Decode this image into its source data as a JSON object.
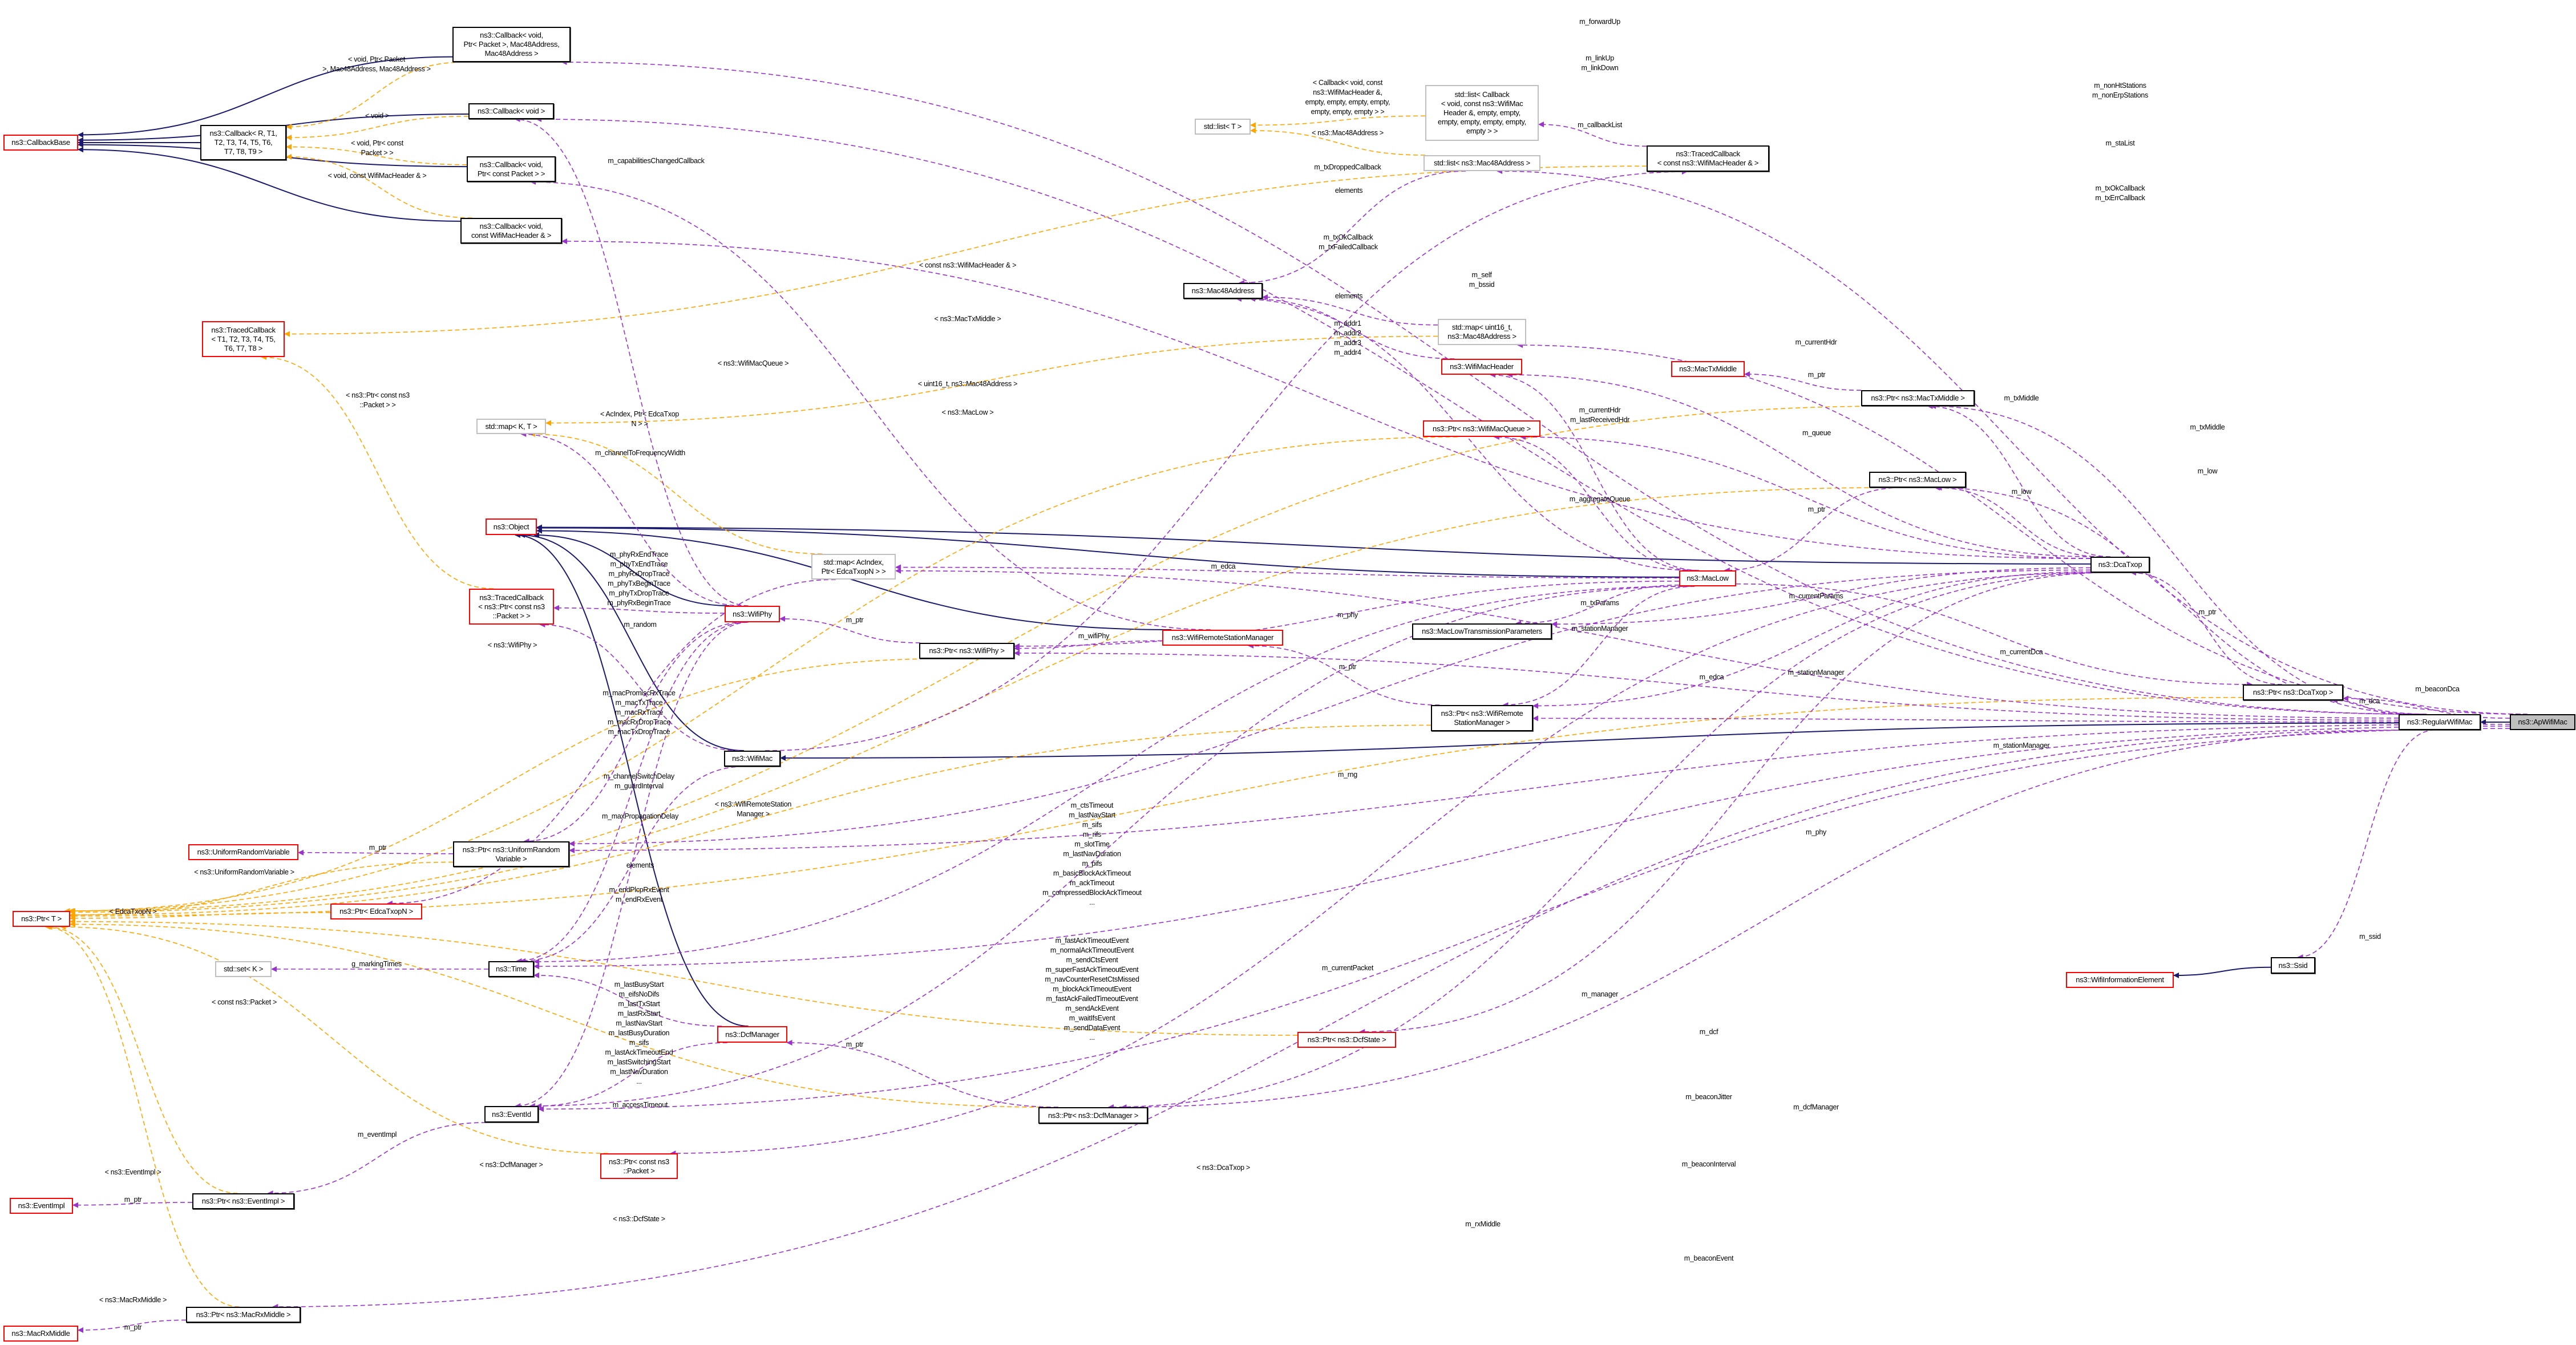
{
  "colors": {
    "inheritance": "#191970",
    "usage": "#9a32cd",
    "template": "#ffa500",
    "undocumented_border": "#ff0000",
    "documented_border": "#000000",
    "external_border": "#bfbfbf",
    "focus_fill": "#bfbfbf"
  },
  "nodes": {
    "cbbase": "ns3::CallbackBase",
    "cb_r": "ns3::Callback< R, T1,\nT2, T3, T4, T5, T6,\nT7, T8, T9 >",
    "cb_pm": "ns3::Callback< void,\nPtr< Packet >, Mac48Address,\nMac48Address >",
    "cb_void": "ns3::Callback< void >",
    "cb_cp": "ns3::Callback< void,\nPtr< const Packet > >",
    "cb_hdr": "ns3::Callback< void,\nconst WifiMacHeader & >",
    "tc_t": "ns3::TracedCallback\n< T1, T2, T3, T4, T5,\nT6, T7, T8 >",
    "map_kt": "std::map< K, T >",
    "object": "ns3::Object",
    "tc_pkt": "ns3::TracedCallback\n< ns3::Ptr< const ns3\n::Packet > >",
    "urv": "ns3::UniformRandomVariable",
    "ptr_urv": "ns3::Ptr< ns3::UniformRandom\nVariable >",
    "ptr_t": "ns3::Ptr< T >",
    "ptr_edca": "ns3::Ptr< EdcaTxopN >",
    "set_k": "std::set< K >",
    "time": "ns3::Time",
    "eventid": "ns3::EventId",
    "ptr_ei": "ns3::Ptr< ns3::EventImpl >",
    "eventimpl": "ns3::EventImpl",
    "ptr_mrx": "ns3::Ptr< ns3::MacRxMiddle >",
    "macrx": "ns3::MacRxMiddle",
    "ptr_cpkt": "ns3::Ptr< const ns3\n::Packet >",
    "dcfm": "ns3::DcfManager",
    "ptr_dcfm": "ns3::Ptr< ns3::DcfManager >",
    "wifimac": "ns3::WifiMac",
    "wifiphy": "ns3::WifiPhy",
    "map_ac": "std::map< AcIndex,\nPtr< EdcaTxopN > >",
    "ptr_phy": "ns3::Ptr< ns3::WifiPhy >",
    "wrsm": "ns3::WifiRemoteStationManager",
    "list_t": "std::list< T >",
    "mac48": "ns3::Mac48Address",
    "list_cb": "std::list< Callback\n< void, const ns3::WifiMac\nHeader &, empty, empty,\nempty, empty, empty, empty,\nempty > >",
    "list_mac": "std::list< ns3::Mac48Address >",
    "tc_hdr": "ns3::TracedCallback\n< const ns3::WifiMacHeader & >",
    "map_u16": "std::map< uint16_t,\nns3::Mac48Address >",
    "wmh": "ns3::WifiMacHeader",
    "mtm": "ns3::MacTxMiddle",
    "ptr_wmq": "ns3::Ptr< ns3::WifiMacQueue >",
    "ptr_mtm": "ns3::Ptr< ns3::MacTxMiddle >",
    "ptr_mlow": "ns3::Ptr< ns3::MacLow >",
    "maclow": "ns3::MacLow",
    "mltp": "ns3::MacLowTransmissionParameters",
    "ptr_wrsm": "ns3::Ptr< ns3::WifiRemote\nStationManager >",
    "ptr_dcfs": "ns3::Ptr< ns3::DcfState >",
    "dcatxop": "ns3::DcaTxop",
    "ptr_dca": "ns3::Ptr< ns3::DcaTxop >",
    "regular": "ns3::RegularWifiMac",
    "ap": "ns3::ApWifiMac",
    "ssid": "ns3::Ssid",
    "wie": "ns3::WifiInformationElement"
  },
  "edge_labels": [
    "< void, Ptr< Packet\n>, Mac48Address, Mac48Address >",
    "< void >",
    "< void, Ptr< const\nPacket > >",
    "< void, const WifiMacHeader & >",
    "m_capabilitiesChangedCallback",
    "m_forwardUp",
    "m_linkUp\nm_linkDown",
    "< Callback< void, const\nns3::WifiMacHeader &,\nempty, empty, empty, empty,\nempty, empty, empty > >",
    "< ns3::Mac48Address >",
    "m_txDroppedCallback",
    "elements",
    "m_callbackList",
    "m_txOkCallback\nm_txFailedCallback",
    "m_self\nm_bssid",
    "elements",
    "m_addr1\nm_addr2\nm_addr3\nm_addr4",
    "m_currentHdr",
    "m_ptr",
    "m_currentHdr\nm_lastReceivedHdr",
    "m_queue",
    "m_aggregateQueue",
    "m_ptr",
    "m_txParams",
    "m_currentParams",
    "m_phy",
    "m_stationManager",
    "m_ptr",
    "m_edca",
    "m_stationManager",
    "< ns3::WifiMacQueue >",
    "< uint16_t, ns3::Mac48Address >",
    "< ns3::MacLow >",
    "< AcIndex, Ptr< EdcaTxop\nN > >",
    "m_channelToFrequencyWidth",
    "m_edca",
    "m_ptr",
    "m_wifiPhy",
    "< ns3::MacTxMiddle >",
    "< const ns3::WifiMacHeader & >",
    "< ns3::Ptr< const ns3\n::Packet > >",
    "m_phyRxEndTrace\nm_phyTxEndTrace\nm_phyRxDropTrace\nm_phyTxBeginTrace\nm_phyTxDropTrace\nm_phyRxBeginTrace",
    "m_random",
    "< ns3::WifiPhy >",
    "m_macPromiscRxTrace\nm_macTxTrace\nm_macRxTrace\nm_macRxDropTrace\nm_macTxDropTrace",
    "m_channelSwitchDelay\nm_guardInterval",
    "m_maxPropagationDelay",
    "< ns3::WifiRemoteStation\nManager >",
    "m_ptr",
    "< ns3::UniformRandomVariable >",
    "elements",
    "m_endPlcpRxEvent\nm_endRxEvent",
    "< EdcaTxopN >",
    "g_markingTimes",
    "< const ns3::Packet >",
    "m_lastBusyStart\nm_eifsNoDifs\nm_lastTxStart\nm_lastRxStart\nm_lastNavStart\nm_lastBusyDuration\nm_sifs\nm_lastAckTimeoutEnd\nm_lastSwitchingStart\nm_lastNavDuration\n...",
    "m_accessTimeout",
    "m_eventImpl",
    "< ns3::EventImpl >",
    "m_ptr",
    "< ns3::DcfManager >",
    "< ns3::DcfState >",
    "< ns3::MacRxMiddle >",
    "m_ptr",
    "m_ptr",
    "< ns3::DcaTxop >",
    "m_ctsTimeout\nm_lastNavStart\nm_sifs\nm_rifs\nm_slotTime\nm_lastNavDuration\nm_pifs\nm_basicBlockAckTimeout\nm_ackTimeout\nm_compressedBlockAckTimeout\n...",
    "m_fastAckTimeoutEvent\nm_normalAckTimeoutEvent\nm_sendCtsEvent\nm_superFastAckTimeoutEvent\nm_navCounterResetCtsMissed\nm_blockAckTimeoutEvent\nm_fastAckFailedTimeoutEvent\nm_sendAckEvent\nm_waitIfsEvent\nm_sendDataEvent\n...",
    "m_rng",
    "m_phy",
    "m_currentPacket",
    "m_manager",
    "m_dcf",
    "m_beaconJitter",
    "m_dcfManager",
    "m_beaconInterval",
    "m_rxMiddle",
    "m_beaconEvent",
    "m_nonHtStations\nm_nonErpStations",
    "m_staList",
    "m_txOkCallback\nm_txErrCallback",
    "m_txMiddle",
    "m_txMiddle",
    "m_low",
    "m_low",
    "m_ptr",
    "m_currentDca",
    "m_beaconDca",
    "m_dca",
    "m_stationManager",
    "m_ssid"
  ],
  "edges": [
    [
      "cb_r",
      "cbbase",
      "inheritance"
    ],
    [
      "cb_pm",
      "cbbase",
      "inheritance"
    ],
    [
      "cb_void",
      "cbbase",
      "inheritance"
    ],
    [
      "cb_cp",
      "cbbase",
      "inheritance"
    ],
    [
      "cb_hdr",
      "cbbase",
      "inheritance"
    ],
    [
      "wifiphy",
      "object",
      "inheritance"
    ],
    [
      "wifimac",
      "object",
      "inheritance"
    ],
    [
      "wrsm",
      "object",
      "inheritance"
    ],
    [
      "maclow",
      "object",
      "inheritance"
    ],
    [
      "dcatxop",
      "object",
      "inheritance"
    ],
    [
      "dcfm",
      "object",
      "inheritance"
    ],
    [
      "regular",
      "wifimac",
      "inheritance"
    ],
    [
      "ap",
      "regular",
      "inheritance"
    ],
    [
      "ssid",
      "wie",
      "inheritance"
    ],
    [
      "cb_pm",
      "cb_r",
      "template"
    ],
    [
      "cb_void",
      "cb_r",
      "template"
    ],
    [
      "cb_cp",
      "cb_r",
      "template"
    ],
    [
      "cb_hdr",
      "cb_r",
      "template"
    ],
    [
      "tc_pkt",
      "tc_t",
      "template"
    ],
    [
      "tc_hdr",
      "tc_t",
      "template"
    ],
    [
      "list_cb",
      "list_t",
      "template"
    ],
    [
      "list_mac",
      "list_t",
      "template"
    ],
    [
      "map_u16",
      "map_kt",
      "template"
    ],
    [
      "map_ac",
      "map_kt",
      "template"
    ],
    [
      "ptr_wmq",
      "ptr_t",
      "template"
    ],
    [
      "ptr_mtm",
      "ptr_t",
      "template"
    ],
    [
      "ptr_mlow",
      "ptr_t",
      "template"
    ],
    [
      "ptr_phy",
      "ptr_t",
      "template"
    ],
    [
      "ptr_urv",
      "ptr_t",
      "template"
    ],
    [
      "ptr_edca",
      "ptr_t",
      "template"
    ],
    [
      "ptr_cpkt",
      "ptr_t",
      "template"
    ],
    [
      "ptr_ei",
      "ptr_t",
      "template"
    ],
    [
      "ptr_dcfm",
      "ptr_t",
      "template"
    ],
    [
      "ptr_dcfs",
      "ptr_t",
      "template"
    ],
    [
      "ptr_dca",
      "ptr_t",
      "template"
    ],
    [
      "ptr_wrsm",
      "ptr_t",
      "template"
    ],
    [
      "ptr_mrx",
      "ptr_t",
      "template"
    ],
    [
      "regular",
      "cb_pm",
      "usage"
    ],
    [
      "regular",
      "cb_void",
      "usage"
    ],
    [
      "wifiphy",
      "cb_void",
      "usage"
    ],
    [
      "wrsm",
      "cb_cp",
      "usage"
    ],
    [
      "dcatxop",
      "cb_hdr",
      "usage"
    ],
    [
      "ap",
      "list_mac",
      "usage"
    ],
    [
      "ap",
      "map_u16",
      "usage"
    ],
    [
      "tc_hdr",
      "list_cb",
      "usage"
    ],
    [
      "wifimac",
      "tc_hdr",
      "usage"
    ],
    [
      "maclow",
      "mac48",
      "usage"
    ],
    [
      "list_mac",
      "mac48",
      "usage"
    ],
    [
      "map_u16",
      "mac48",
      "usage"
    ],
    [
      "wmh",
      "mac48",
      "usage"
    ],
    [
      "maclow",
      "wmh",
      "usage"
    ],
    [
      "dcatxop",
      "wmh",
      "usage"
    ],
    [
      "ptr_mtm",
      "mtm",
      "usage"
    ],
    [
      "ptr_mlow",
      "maclow",
      "usage"
    ],
    [
      "dcatxop",
      "ptr_mtm",
      "usage"
    ],
    [
      "regular",
      "ptr_mtm",
      "usage"
    ],
    [
      "dcatxop",
      "ptr_mlow",
      "usage"
    ],
    [
      "regular",
      "ptr_mlow",
      "usage"
    ],
    [
      "maclow",
      "ptr_wmq",
      "usage"
    ],
    [
      "dcatxop",
      "ptr_wmq",
      "usage"
    ],
    [
      "maclow",
      "map_ac",
      "usage"
    ],
    [
      "regular",
      "map_ac",
      "usage"
    ],
    [
      "maclow",
      "mltp",
      "usage"
    ],
    [
      "dcatxop",
      "mltp",
      "usage"
    ],
    [
      "maclow",
      "ptr_phy",
      "usage"
    ],
    [
      "regular",
      "ptr_phy",
      "usage"
    ],
    [
      "wrsm",
      "ptr_phy",
      "usage"
    ],
    [
      "ptr_phy",
      "wifiphy",
      "usage"
    ],
    [
      "maclow",
      "ptr_wrsm",
      "usage"
    ],
    [
      "dcatxop",
      "ptr_wrsm",
      "usage"
    ],
    [
      "regular",
      "ptr_wrsm",
      "usage"
    ],
    [
      "ptr_wrsm",
      "wrsm",
      "usage"
    ],
    [
      "wifiphy",
      "tc_pkt",
      "usage"
    ],
    [
      "wifimac",
      "tc_pkt",
      "usage"
    ],
    [
      "wifiphy",
      "ptr_urv",
      "usage"
    ],
    [
      "dcatxop",
      "ptr_urv",
      "usage"
    ],
    [
      "ap",
      "ptr_urv",
      "usage"
    ],
    [
      "ptr_urv",
      "urv",
      "usage"
    ],
    [
      "wifiphy",
      "time",
      "usage"
    ],
    [
      "maclow",
      "time",
      "usage"
    ],
    [
      "wifimac",
      "time",
      "usage"
    ],
    [
      "dcfm",
      "time",
      "usage"
    ],
    [
      "ap",
      "time",
      "usage"
    ],
    [
      "time",
      "set_k",
      "usage"
    ],
    [
      "wifiphy",
      "eventid",
      "usage"
    ],
    [
      "maclow",
      "eventid",
      "usage"
    ],
    [
      "dcfm",
      "eventid",
      "usage"
    ],
    [
      "ap",
      "eventid",
      "usage"
    ],
    [
      "eventid",
      "ptr_ei",
      "usage"
    ],
    [
      "ptr_ei",
      "eventimpl",
      "usage"
    ],
    [
      "map_ac",
      "ptr_edca",
      "usage"
    ],
    [
      "wifiphy",
      "map_kt",
      "usage"
    ],
    [
      "dcatxop",
      "ptr_cpkt",
      "usage"
    ],
    [
      "maclow",
      "ptr_dca",
      "usage"
    ],
    [
      "ptr_dca",
      "dcatxop",
      "usage"
    ],
    [
      "regular",
      "ptr_dca",
      "usage"
    ],
    [
      "ap",
      "ptr_dca",
      "usage"
    ],
    [
      "dcatxop",
      "ptr_dcfs",
      "usage"
    ],
    [
      "regular",
      "ptr_dcfm",
      "usage"
    ],
    [
      "dcatxop",
      "ptr_dcfm",
      "usage"
    ],
    [
      "ptr_dcfm",
      "dcfm",
      "usage"
    ],
    [
      "regular",
      "ptr_mrx",
      "usage"
    ],
    [
      "ptr_mrx",
      "macrx",
      "usage"
    ],
    [
      "regular",
      "ssid",
      "usage"
    ]
  ]
}
